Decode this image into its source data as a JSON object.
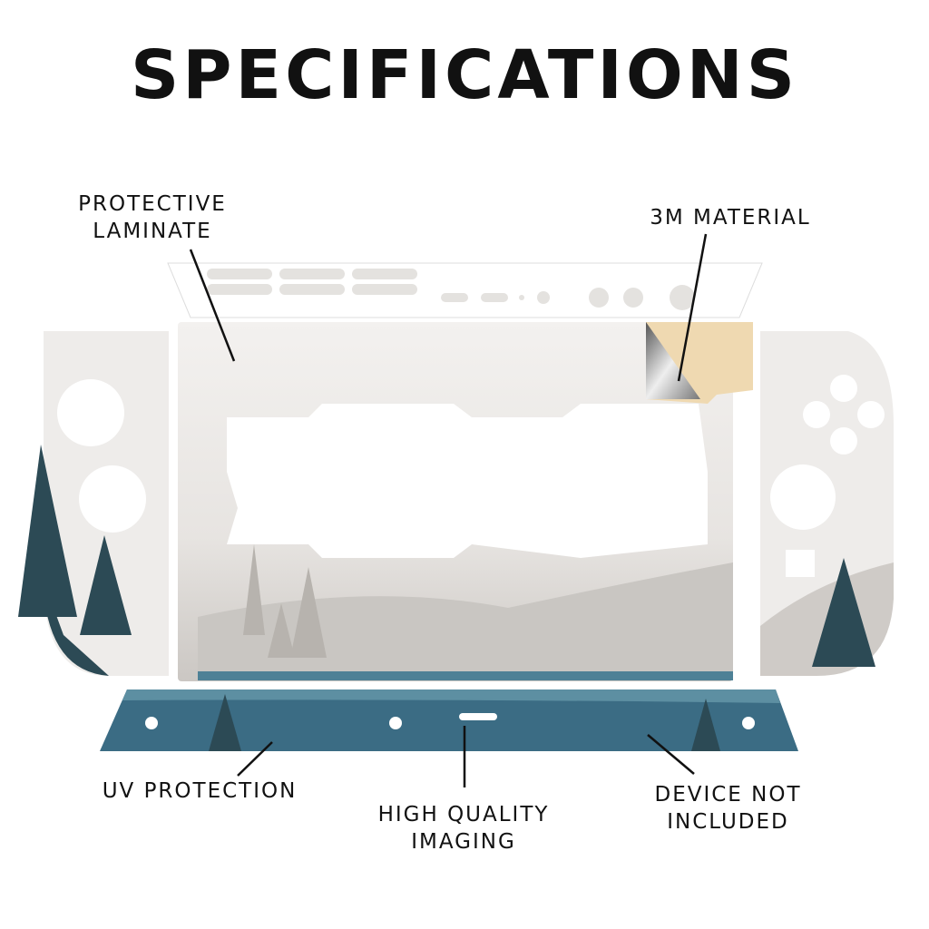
{
  "title": "SPECIFICATIONS",
  "callouts": {
    "laminate": [
      "PROTECTIVE",
      "LAMINATE"
    ],
    "material": "3M MATERIAL",
    "uv": "UV PROTECTION",
    "imaging": [
      "HIGH QUALITY",
      "IMAGING"
    ],
    "device": [
      "DEVICE NOT",
      "INCLUDED"
    ]
  },
  "colors": {
    "teal": "#3b6c84",
    "dark_tree": "#2c4a55",
    "skin_light": "#efedea",
    "hill": "#c9c6c2",
    "backing": "#efd9b1"
  }
}
